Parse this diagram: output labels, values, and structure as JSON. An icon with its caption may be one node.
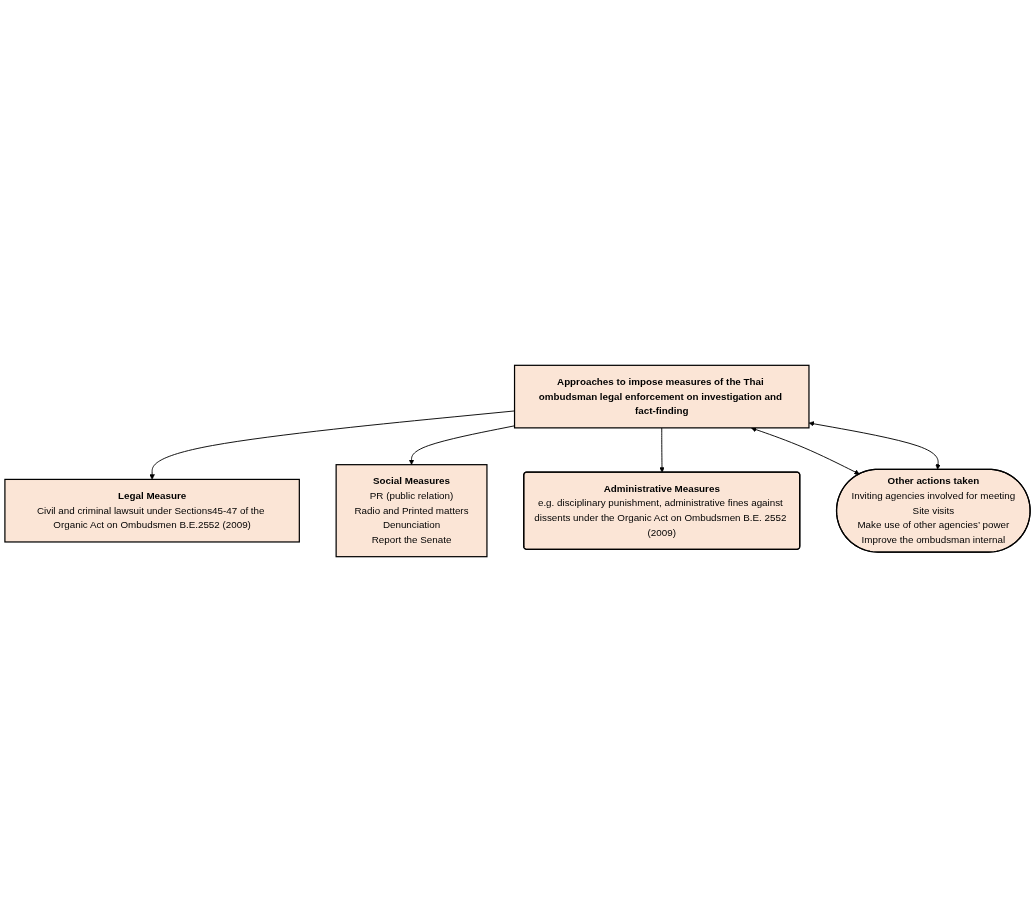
{
  "diagram": {
    "nodes": [
      {
        "text": [
          "Approaches to impose measures of the Thai ombudsman legal enforcement on investigation and fact-finding"
        ]
      },
      {
        "text": [
          "Legal Measure",
          "Civil and criminal lawsuit under Sections45-47 of the Organic Act on Ombudsmen B.E.2552 (2009)"
        ]
      },
      {
        "text": [
          "Social Measures",
          "PR (public relation)",
          "Radio and Printed matters",
          "Denunciation",
          "Report the Senate"
        ]
      },
      {
        "text": [
          "Administrative Measures",
          "e.g. disciplinary punishment, administrative fines against dissents under the Organic Act on Ombudsmen B.E. 2552 (2009)"
        ]
      },
      {
        "text": [
          "Other actions taken",
          "Inviting agencies involved for meeting",
          "Site visits",
          "Make use of other agencies’ power",
          "Improve the ombudsman internal"
        ]
      }
    ],
    "edges": [
      {
        "from": 0,
        "to": 1,
        "arrow": "to"
      },
      {
        "from": 0,
        "to": 2,
        "arrow": "to"
      },
      {
        "from": 0,
        "to": 3,
        "arrow": "to"
      },
      {
        "from": 4,
        "to": 0,
        "arrow": "both"
      },
      {
        "from": 0,
        "to": 4,
        "arrow": "both"
      }
    ]
  }
}
